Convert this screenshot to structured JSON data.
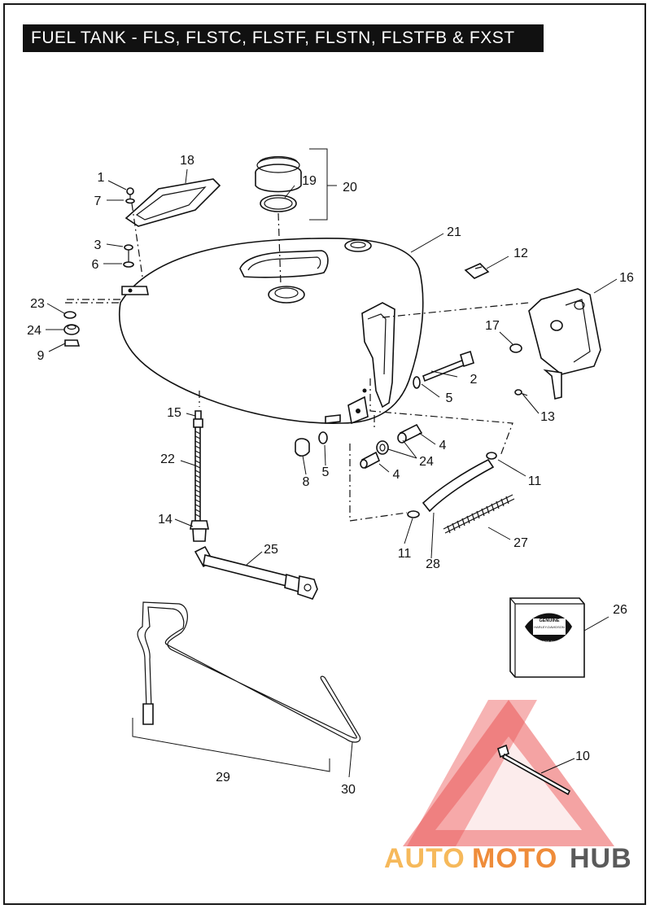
{
  "title": "FUEL TANK - FLS, FLSTC, FLSTF, FLSTN, FLSTFB & FXST",
  "callouts": {
    "c1": "1",
    "c2": "2",
    "c3": "3",
    "c4a": "4",
    "c4b": "4",
    "c5a": "5",
    "c5b": "5",
    "c6": "6",
    "c7": "7",
    "c8": "8",
    "c9": "9",
    "c10": "10",
    "c11a": "11",
    "c11b": "11",
    "c12": "12",
    "c13": "13",
    "c14": "14",
    "c15": "15",
    "c16": "16",
    "c17": "17",
    "c18": "18",
    "c19": "19",
    "c20": "20",
    "c21": "21",
    "c22": "22",
    "c23": "23",
    "c24a": "24",
    "c24b": "24",
    "c25": "25",
    "c26": "26",
    "c27": "27",
    "c28": "28",
    "c29": "29",
    "c30": "30"
  },
  "package_label": {
    "line1": "GENUINE",
    "line2": "HARLEY-DAVIDSON",
    "line3": "MOTOR PARTS"
  },
  "watermark": {
    "part1": "AUTO",
    "part2": "MOTO",
    "part3": "HUB",
    "color_light": "#f6b95b",
    "color_mid": "#ef8c3a",
    "color_dark": "#5a5a5a",
    "triangle_color": "#e83a3a"
  }
}
